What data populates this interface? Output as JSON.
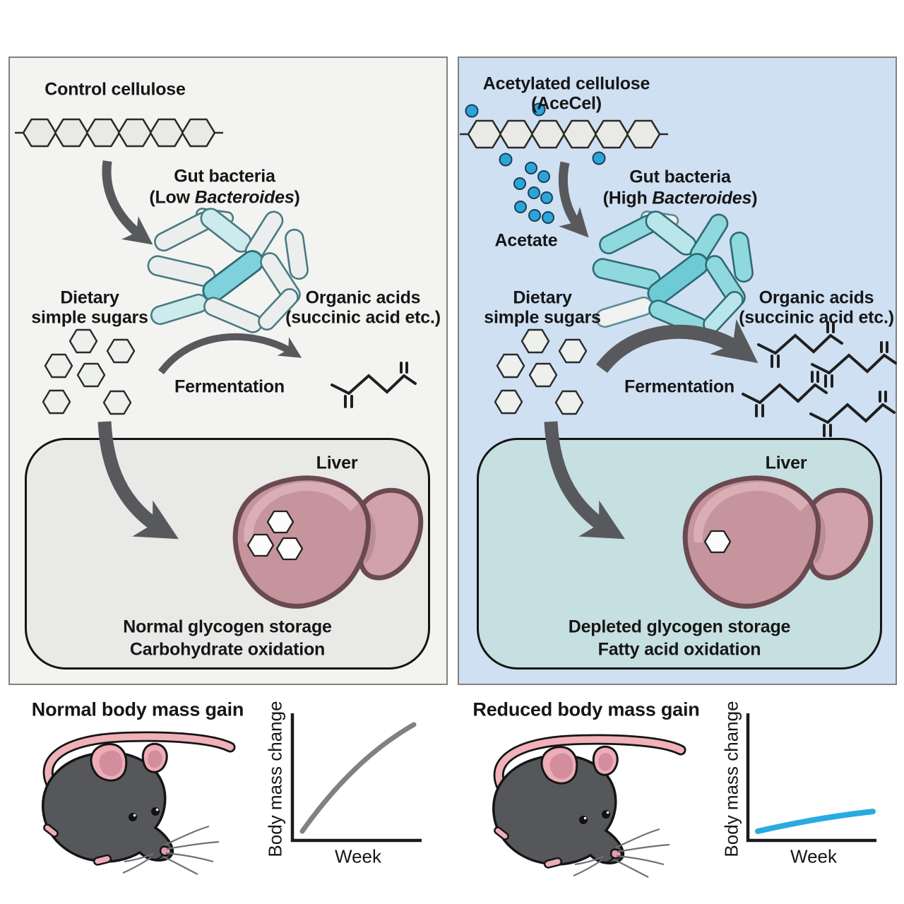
{
  "figure": {
    "left_panel": {
      "title": "Control cellulose",
      "gut_bacteria": {
        "line1": "Gut bacteria",
        "line2_prefix": "(Low ",
        "species": "Bacteroides",
        "line2_suffix": ")"
      },
      "dietary_sugars": {
        "line1": "Dietary",
        "line2": "simple sugars"
      },
      "organic_acids": {
        "line1": "Organic acids",
        "line2": "(succinic acid etc.)"
      },
      "fermentation_label": "Fermentation",
      "liver_box": {
        "label": "Liver",
        "line1": "Normal glycogen storage",
        "line2": "Carbohydrate oxidation"
      },
      "outcome_title": "Normal body mass gain",
      "chart_ylabel": "Body mass change",
      "chart_xlabel": "Week"
    },
    "right_panel": {
      "title_line1": "Acetylated cellulose",
      "title_line2": "(AceCel)",
      "acetate_label": "Acetate",
      "gut_bacteria": {
        "line1": "Gut bacteria",
        "line2_prefix": "(High ",
        "species": "Bacteroides",
        "line2_suffix": ")"
      },
      "dietary_sugars": {
        "line1": "Dietary",
        "line2": "simple sugars"
      },
      "organic_acids": {
        "line1": "Organic acids",
        "line2": "(succinic acid etc.)"
      },
      "fermentation_label": "Fermentation",
      "liver_box": {
        "label": "Liver",
        "line1": "Depleted glycogen storage",
        "line2": "Fatty acid oxidation"
      },
      "outcome_title": "Reduced body mass gain",
      "chart_ylabel": "Body mass change",
      "chart_xlabel": "Week"
    }
  },
  "chart_data": [
    {
      "type": "line",
      "title": "Normal body mass gain",
      "xlabel": "Week",
      "ylabel": "Body mass change",
      "axis_ticks": "none (qualitative sketch)",
      "series": [
        {
          "name": "Control cellulose",
          "color": "#7f8184",
          "trend": "steep, slightly saturating increase",
          "points_norm": [
            [
              0.08,
              0.07
            ],
            [
              0.35,
              0.42
            ],
            [
              0.65,
              0.72
            ],
            [
              0.97,
              0.92
            ]
          ]
        }
      ]
    },
    {
      "type": "line",
      "title": "Reduced body mass gain",
      "xlabel": "Week",
      "ylabel": "Body mass change",
      "axis_ticks": "none (qualitative sketch)",
      "series": [
        {
          "name": "AceCel",
          "color": "#29abe2",
          "trend": "shallow, nearly flat increase",
          "points_norm": [
            [
              0.08,
              0.07
            ],
            [
              0.5,
              0.14
            ],
            [
              0.97,
              0.23
            ]
          ]
        }
      ]
    }
  ],
  "colors": {
    "panel_left_bg": "#f3f4f1",
    "panel_right_bg": "#cfe0f3",
    "liver_box_left_bg": "#e9e9e7",
    "liver_box_right_bg": "#c6dfe1",
    "acetate_blue": "#2aa5da",
    "bacteria_teal": "#7fd2db",
    "bacteria_gray": "#eceeee",
    "liver_pink": "#c6949d",
    "liver_highlight": "#d9aeb4",
    "arrow_gray": "#58595c",
    "curve_gray": "#7f8184",
    "curve_blue": "#29abe2",
    "mouse_gray": "#55575b",
    "mouse_pink": "#f0b1b9"
  }
}
